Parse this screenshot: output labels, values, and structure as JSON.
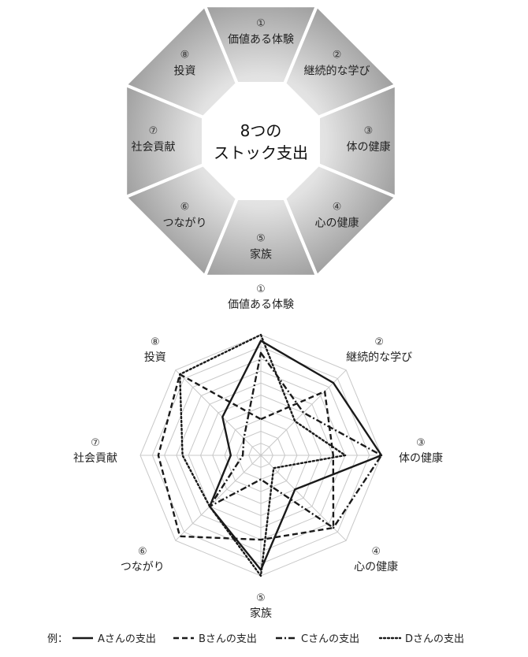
{
  "octagon": {
    "center_line1": "8つの",
    "center_line2": "ストック支出",
    "segments": [
      {
        "num": "①",
        "label": "価値ある体験"
      },
      {
        "num": "②",
        "label": "継続的な学び"
      },
      {
        "num": "③",
        "label": "体の健康"
      },
      {
        "num": "④",
        "label": "心の健康"
      },
      {
        "num": "⑤",
        "label": "家族"
      },
      {
        "num": "⑥",
        "label": "つながり"
      },
      {
        "num": "⑦",
        "label": "社会貢献"
      },
      {
        "num": "⑧",
        "label": "投資"
      }
    ]
  },
  "chart_data": {
    "type": "radar",
    "axes": [
      {
        "num": "①",
        "label": "価値ある体験"
      },
      {
        "num": "②",
        "label": "継続的な学び"
      },
      {
        "num": "③",
        "label": "体の健康"
      },
      {
        "num": "④",
        "label": "心の健康"
      },
      {
        "num": "⑤",
        "label": "家族"
      },
      {
        "num": "⑥",
        "label": "つながり"
      },
      {
        "num": "⑦",
        "label": "社会貢献"
      },
      {
        "num": "⑧",
        "label": "投資"
      }
    ],
    "levels": 10,
    "range": [
      0,
      10
    ],
    "series": [
      {
        "name": "Aさんの支出",
        "dash": "solid",
        "values": [
          9.5,
          8.5,
          10,
          4,
          9.5,
          6,
          2.5,
          4.5
        ]
      },
      {
        "name": "Bさんの支出",
        "dash": "dashed",
        "values": [
          3,
          7.5,
          6,
          8.5,
          7,
          9.5,
          8.5,
          9.5
        ]
      },
      {
        "name": "Cさんの支出",
        "dash": "dashdot",
        "values": [
          8.5,
          5,
          10,
          8.5,
          2,
          6,
          1.5,
          2
        ]
      },
      {
        "name": "Dさんの支出",
        "dash": "dotted",
        "values": [
          10,
          4,
          7,
          1.5,
          10,
          6,
          6.5,
          9.5
        ]
      }
    ],
    "legend_prefix": "例："
  },
  "colors": {
    "grid": "#c8c8c8",
    "line": "#1a1a1a",
    "segment_dark": "#9a9a9a",
    "segment_light": "#e6e6e6"
  }
}
